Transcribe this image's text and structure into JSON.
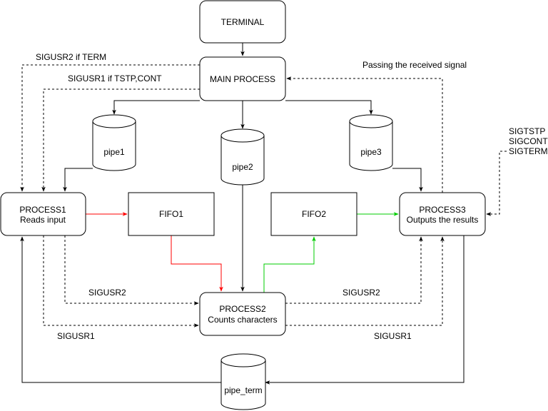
{
  "nodes": {
    "terminal": "TERMINAL",
    "main_process": "MAIN PROCESS",
    "pipe1": "pipe1",
    "pipe2": "pipe2",
    "pipe3": "pipe3",
    "pipe_term": "pipe_term",
    "process1_line1": "PROCESS1",
    "process1_line2": "Reads input",
    "fifo1": "FIFO1",
    "fifo2": "FIFO2",
    "process3_line1": "PROCESS3",
    "process3_line2": "Outputs the results",
    "process2_line1": "PROCESS2",
    "process2_line2": "Counts characters"
  },
  "labels": {
    "sigusr2_if_term": "SIGUSR2 if TERM",
    "sigusr1_if_tstp_cont": "SIGUSR1 if TSTP,CONT",
    "passing_signal": "Passing the received signal",
    "sigtstp": "SIGTSTP",
    "sigcont": "SIGCONT",
    "sigterm": "SIGTERM",
    "sigusr2_left": "SIGUSR2",
    "sigusr2_right": "SIGUSR2",
    "sigusr1_left": "SIGUSR1",
    "sigusr1_right": "SIGUSR1"
  },
  "colors": {
    "line": "#000000",
    "fifo1_flow": "#ff0000",
    "fifo2_flow": "#00cc00"
  }
}
